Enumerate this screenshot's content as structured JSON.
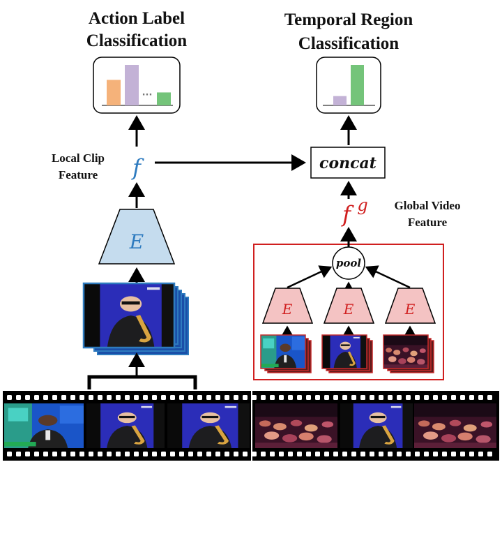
{
  "titles": {
    "action_line1": "Action Label",
    "action_line2": "Classification",
    "temporal_line1": "Temporal Region",
    "temporal_line2": "Classification"
  },
  "labels": {
    "local_line1": "Local Clip",
    "local_line2": "Feature",
    "global_line1": "Global Video",
    "global_line2": "Feature"
  },
  "symbols": {
    "local_feature": "f",
    "global_feature": "f",
    "global_superscript": "g",
    "encoder": "E",
    "concat": "concat",
    "pool": "pool",
    "ellipsis": "···"
  },
  "colors": {
    "local_feature": "#2e7bbf",
    "global_feature": "#d01f1f",
    "encoder_local_fill": "#c5dcee",
    "encoder_global_fill": "#f4c3c3",
    "global_box_border": "#d01f1f",
    "bar_orange": "#f5b27a",
    "bar_purple": "#c3b2d6",
    "bar_green": "#74c47a",
    "film": "#000000"
  },
  "action_histogram": [
    {
      "color": "orange",
      "level": 0.63
    },
    {
      "color": "purple",
      "level": 1.0
    },
    {
      "color": "green",
      "level": 0.32
    }
  ],
  "region_histogram": [
    {
      "color": "purple",
      "level": 0.23
    },
    {
      "color": "green",
      "level": 1.0
    }
  ],
  "frame_scenes": [
    "news-studio",
    "saxophone-player",
    "saxophone-player",
    "concert-audience",
    "saxophone-player",
    "concert-audience"
  ]
}
